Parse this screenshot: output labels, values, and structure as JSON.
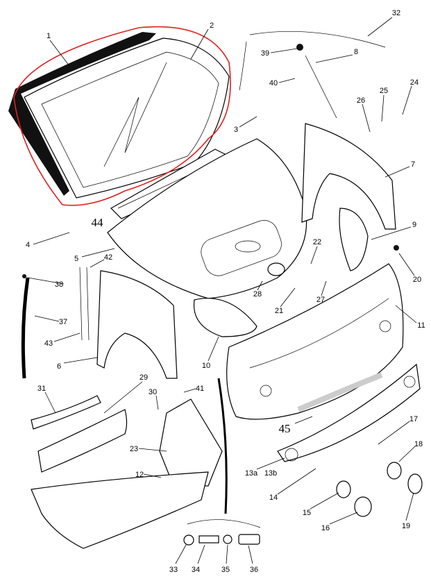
{
  "diagram": {
    "title": "Body panels exploded parts diagram",
    "highlight_color": "#e02020",
    "callouts": [
      "1",
      "2",
      "32",
      "39",
      "8",
      "40",
      "24",
      "25",
      "26",
      "3",
      "7",
      "44",
      "4",
      "22",
      "9",
      "5",
      "42",
      "38",
      "20",
      "28",
      "21",
      "27",
      "11",
      "37",
      "43",
      "10",
      "6",
      "45",
      "31",
      "29",
      "30",
      "41",
      "17",
      "18",
      "23",
      "13a",
      "13b",
      "12",
      "14",
      "15",
      "16",
      "19",
      "33",
      "34",
      "35",
      "36"
    ]
  }
}
